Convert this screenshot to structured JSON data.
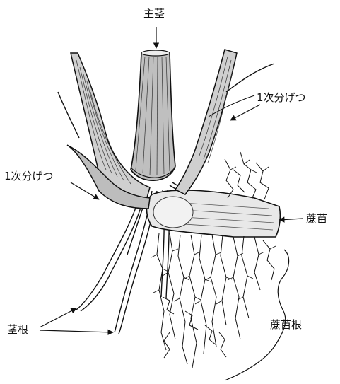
{
  "labels": {
    "main_stem": "主茎",
    "primary_tiller_right": "1次分げつ",
    "primary_tiller_left": "1次分げつ",
    "seed_cane": "蔗苗",
    "stem_roots": "茎根",
    "sett_roots": "蔗苗根"
  }
}
